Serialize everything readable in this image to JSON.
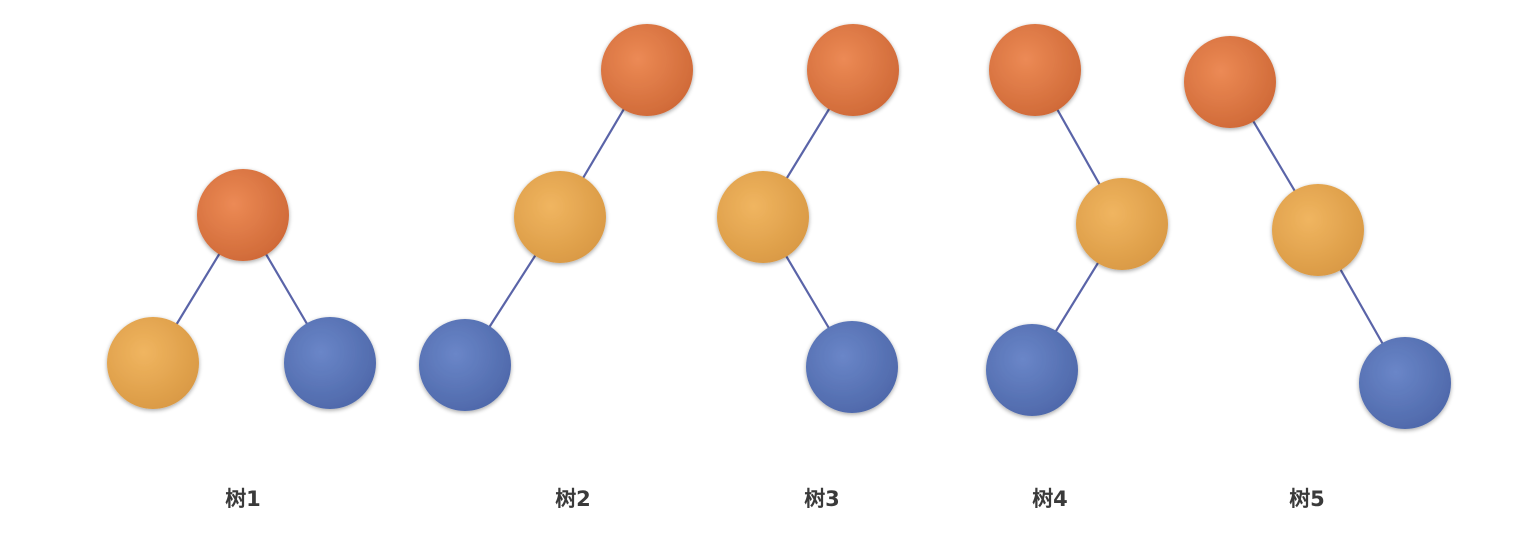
{
  "diagram": {
    "colors": {
      "root": "#e07a45",
      "middle": "#e8a850",
      "leaf": "#5b76b9",
      "edge": "#5a64a8"
    },
    "trees": [
      {
        "label": "树1",
        "nodes": [
          {
            "id": "t1-root",
            "role": "root"
          },
          {
            "id": "t1-left",
            "role": "middle"
          },
          {
            "id": "t1-right",
            "role": "leaf"
          }
        ],
        "edges": [
          [
            "t1-root",
            "t1-left"
          ],
          [
            "t1-root",
            "t1-right"
          ]
        ]
      },
      {
        "label": "树2",
        "nodes": [
          {
            "id": "t2-root",
            "role": "root"
          },
          {
            "id": "t2-mid",
            "role": "middle"
          },
          {
            "id": "t2-leaf",
            "role": "leaf"
          }
        ],
        "edges": [
          [
            "t2-root",
            "t2-mid"
          ],
          [
            "t2-mid",
            "t2-leaf"
          ]
        ]
      },
      {
        "label": "树3",
        "nodes": [
          {
            "id": "t3-root",
            "role": "root"
          },
          {
            "id": "t3-mid",
            "role": "middle"
          },
          {
            "id": "t3-leaf",
            "role": "leaf"
          }
        ],
        "edges": [
          [
            "t3-root",
            "t3-mid"
          ],
          [
            "t3-mid",
            "t3-leaf"
          ]
        ]
      },
      {
        "label": "树4",
        "nodes": [
          {
            "id": "t4-root",
            "role": "root"
          },
          {
            "id": "t4-mid",
            "role": "middle"
          },
          {
            "id": "t4-leaf",
            "role": "leaf"
          }
        ],
        "edges": [
          [
            "t4-root",
            "t4-mid"
          ],
          [
            "t4-mid",
            "t4-leaf"
          ]
        ]
      },
      {
        "label": "树5",
        "nodes": [
          {
            "id": "t5-root",
            "role": "root"
          },
          {
            "id": "t5-mid",
            "role": "middle"
          },
          {
            "id": "t5-leaf",
            "role": "leaf"
          }
        ],
        "edges": [
          [
            "t5-root",
            "t5-mid"
          ],
          [
            "t5-mid",
            "t5-leaf"
          ]
        ]
      }
    ]
  }
}
